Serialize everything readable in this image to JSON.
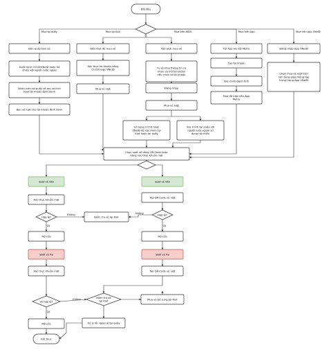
{
  "nodes": {
    "start": "Bắt đầu",
    "b1_1": "Đến quầy bán vé",
    "b1_2": [
      "Xuất trình CCCD/VNeID  hoặc hộ",
      "chiếu với người nước ngoài"
    ],
    "b1_3": [
      "Nhân viên tại quầy sẽ tạo và kích",
      "hoạt tài khoản định danh"
    ],
    "b1_4": "Bán vé lượt cho tài khoản định danh",
    "b2_1": "Đến Kiot để mua vé",
    "b2_2": [
      "Xác thực tài khoản bằng",
      "CCCD hoặc VNeID"
    ],
    "b2_3": "Mua vé lượt",
    "b3_1": "Vào web mua vé",
    "b3_2": [
      "Tự kê khai thông tin cá",
      "nhân và mở tài khoản",
      "nếu chưa có tài khoản"
    ],
    "b3_3": "Đăng nhập",
    "b3_4": "Mua vé lượt",
    "b3_5": [
      "Sử dụng CCCD hoặc",
      "VNeID để xác minh tại",
      "Kiot hoặc tại quầy"
    ],
    "b3_6": [
      "Xác minh tại quầy với",
      "người nước ngoài sử",
      "dụng hộ chiếu"
    ],
    "b4_1": "Tải App Hà nội Metro",
    "b4_2": "Tạo tài khoản",
    "b4_3": "Xác minh danh tính",
    "b4_4": [
      "Mua Vé lượt trên App",
      "Metro"
    ],
    "b5_1": "Đăng nhập App VNeID",
    "b5_2": [
      "Chọn mua vé lượt trên",
      "nền tảng giao thông tập",
      "trung trong App VNeID"
    ],
    "choose": [
      "Chọn soát vé bằng QR-Code hoặc",
      "bằng xác thực khuôn mặt"
    ],
    "l_gate_in": "Soát vé Vào",
    "l_face1": "Xác thực khuôn mặt",
    "l_valid": "Hợp lệ?",
    "l_open": "Mở cửa",
    "l_gate_out": "Soát vé Ra",
    "l_face2": "Xác thực khuôn mặt",
    "l_valid2": "Vé hợp lệ?",
    "l_open2": "Mở cửa",
    "end": "Kết thúc",
    "check_kiot": "Kiểm tra vé tại Kiot",
    "r_gate_in": "Soát vé Vào",
    "r_qr1": "Tap QR-Code vé lượt",
    "r_valid": "Hợp lệ?",
    "r_open": "Mở cửa",
    "r_gate_out": "Soát vé Ra",
    "r_qr2": "Tap QR-Code vé lượt",
    "r_check": [
      "Kiểm tra vé",
      "tại Kiot"
    ],
    "r_extra": "Mua vé bổ sung tại Kiot",
    "r_exception": "Xử lý lỗi ngoại lệ tại quầy"
  },
  "branch_labels": {
    "counter": "Mua tại quầy",
    "kiot": "Mua tại Kiot",
    "web": "Mua trên WEB",
    "app": "Mua trên App",
    "vneid": "Mua trên App VNeID"
  },
  "edge_labels": {
    "yes": "Có",
    "no": "Không"
  },
  "colors": {
    "green_fill": "#d5e8d4",
    "red_fill": "#f8cecc",
    "stroke": "#333333"
  }
}
